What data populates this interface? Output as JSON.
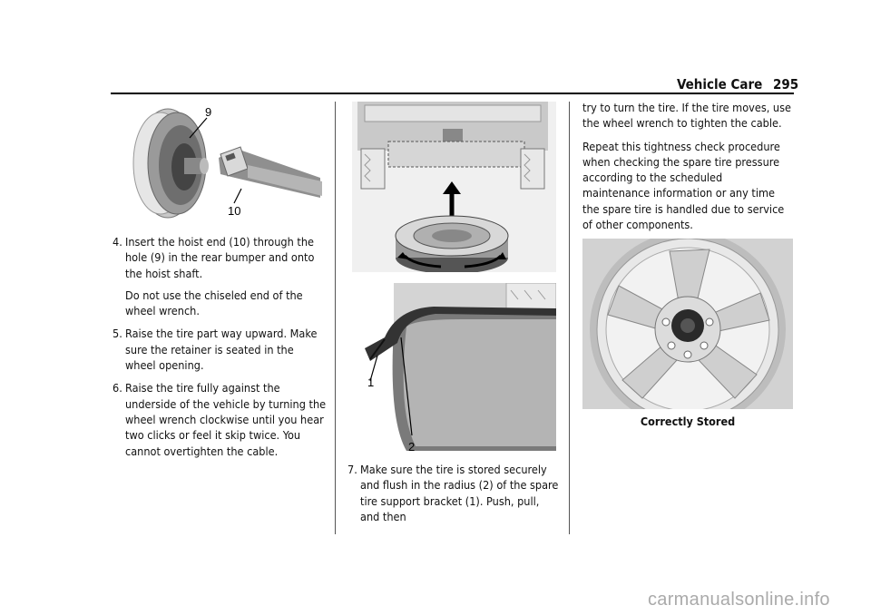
{
  "header": {
    "section": "Vehicle Care",
    "page_number": "295"
  },
  "figures": {
    "hoist": {
      "callout_9": "9",
      "callout_10": "10"
    },
    "bracket": {
      "callout_1": "1",
      "callout_2": "2"
    },
    "wheel": {
      "caption": "Correctly Stored"
    }
  },
  "steps": [
    {
      "num": "4.",
      "text": "Insert the hoist end (10) through the hole (9) in the rear bumper and onto the hoist shaft.",
      "sub": "Do not use the chiseled end of the wheel wrench."
    },
    {
      "num": "5.",
      "text": "Raise the tire part way upward. Make sure the retainer is seated in the wheel opening."
    },
    {
      "num": "6.",
      "text": "Raise the tire fully against the underside of the vehicle by turning the wheel wrench clockwise until you hear two clicks or feel it skip twice. You cannot overtighten the cable."
    },
    {
      "num": "7.",
      "text": "Make sure the tire is stored securely and flush in the radius (2) of the spare tire support bracket (1). Push, pull, and then"
    }
  ],
  "col3": {
    "p1": "try to turn the tire. If the tire moves, use the wheel wrench to tighten the cable.",
    "p2": "Repeat this tightness check procedure when checking the spare tire pressure according to the scheduled maintenance information or any time the spare tire is handled due to service of other components."
  },
  "watermark": "carmanualsonline.info"
}
